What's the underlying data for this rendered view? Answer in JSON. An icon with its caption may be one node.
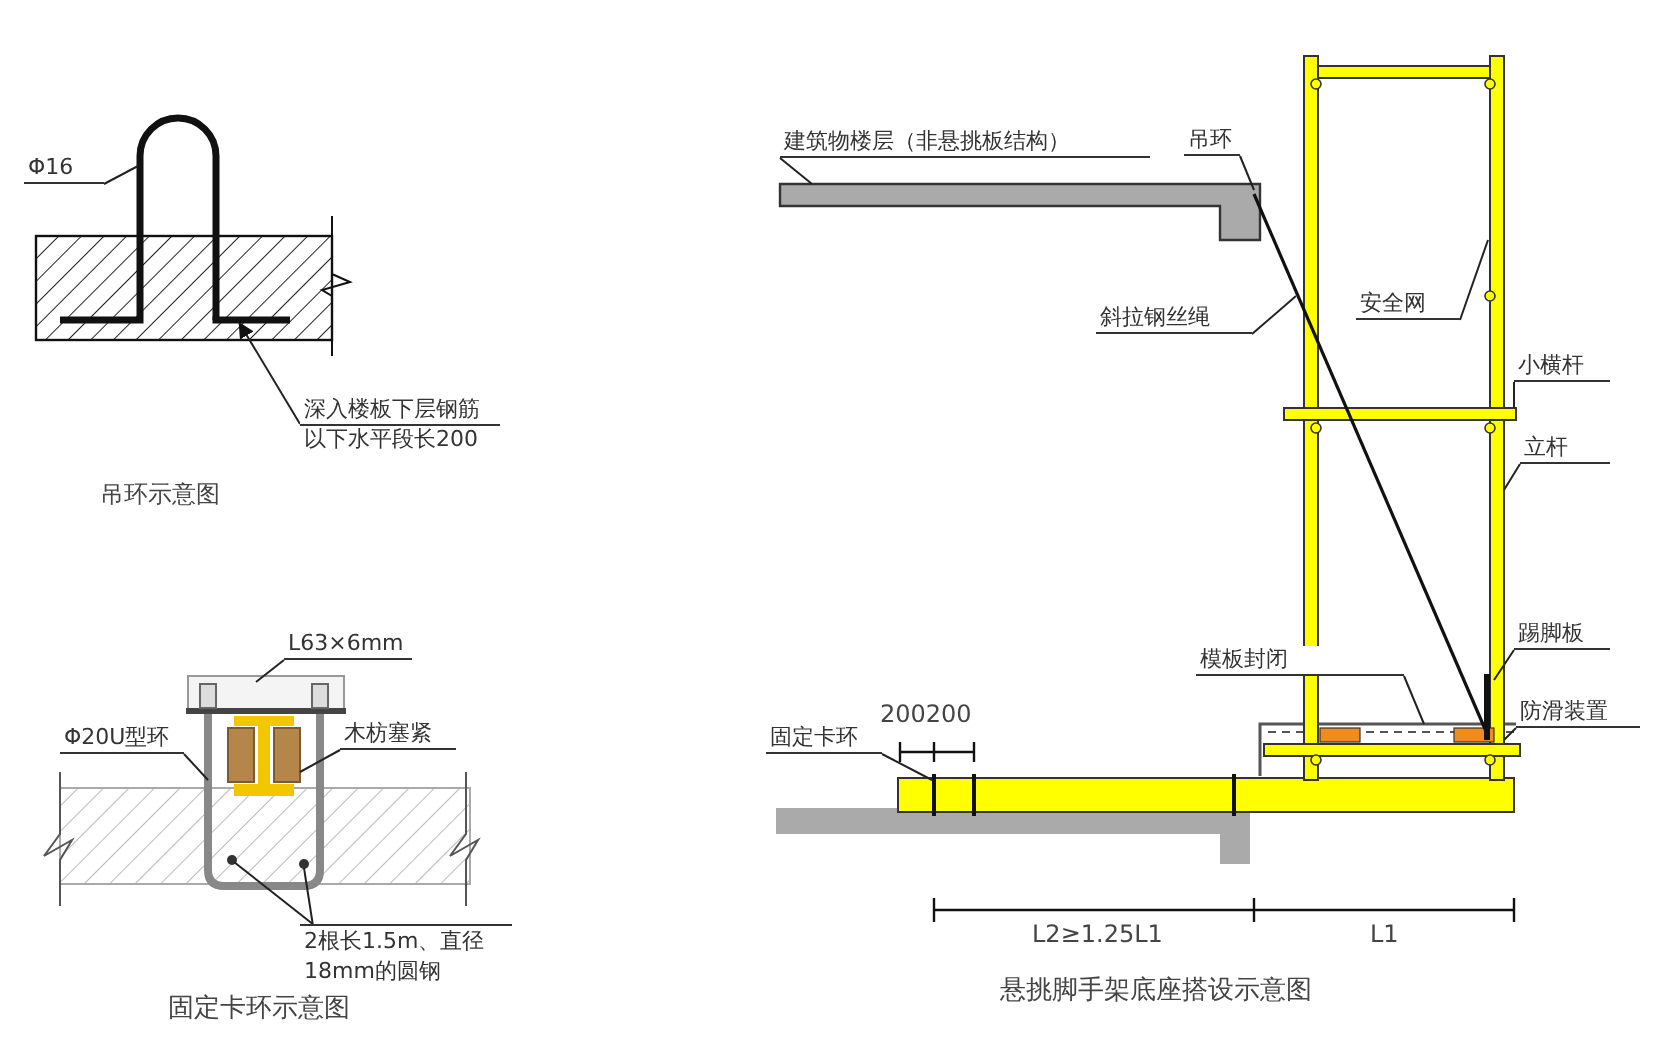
{
  "diagram": {
    "nodes": [
      {
        "text": [
          "Φ16"
        ]
      },
      {
        "text": [
          "深入楼板下层钢筋以下水平段长200"
        ]
      },
      {
        "text": [
          "L63×6mm"
        ]
      },
      {
        "text": [
          "Φ20U型环"
        ]
      },
      {
        "text": [
          "木枋塞紧"
        ]
      },
      {
        "text": [
          "2根长1.5m、直径18mm的圆钢"
        ]
      },
      {
        "text": [
          "建筑物楼层（非悬挑板结构）"
        ]
      },
      {
        "text": [
          "吊环"
        ]
      },
      {
        "text": [
          "斜拉钢丝绳"
        ]
      },
      {
        "text": [
          "安全网"
        ]
      },
      {
        "text": [
          "小横杆"
        ]
      },
      {
        "text": [
          "立杆"
        ]
      },
      {
        "text": [
          "踢脚板"
        ]
      },
      {
        "text": [
          "模板封闭"
        ]
      },
      {
        "text": [
          "防滑装置"
        ]
      },
      {
        "text": [
          "固定卡环"
        ]
      },
      {
        "text": [],
        "shape": "bar"
      }
    ],
    "edges": [
      {
        "from": 0,
        "to": null,
        "arrow": "none"
      },
      {
        "from": 1,
        "to": 16,
        "arrow": "to"
      },
      {
        "from": 2,
        "to": null,
        "arrow": "none"
      },
      {
        "from": 3,
        "to": null,
        "arrow": "none"
      },
      {
        "from": 4,
        "to": null,
        "arrow": "none"
      },
      {
        "from": 5,
        "to": null,
        "arrow": "none"
      },
      {
        "from": 5,
        "to": null,
        "arrow": "none"
      },
      {
        "from": 6,
        "to": null,
        "arrow": "none"
      },
      {
        "from": 7,
        "to": null,
        "arrow": "none"
      },
      {
        "from": 8,
        "to": null,
        "arrow": "none"
      },
      {
        "from": 9,
        "to": null,
        "arrow": "none"
      },
      {
        "from": 10,
        "to": null,
        "arrow": "none"
      },
      {
        "from": 11,
        "to": null,
        "arrow": "none"
      },
      {
        "from": 12,
        "to": null,
        "arrow": "none"
      },
      {
        "from": 13,
        "to": null,
        "arrow": "none"
      },
      {
        "from": 14,
        "to": null,
        "arrow": "none"
      },
      {
        "from": 15,
        "to": null,
        "arrow": "none"
      }
    ],
    "labels": [
      "吊环示意图",
      "200200",
      "L2≥1.25L1",
      "L1",
      "固定卡环示意图",
      "悬挑脚手架底座搭设示意图"
    ]
  }
}
